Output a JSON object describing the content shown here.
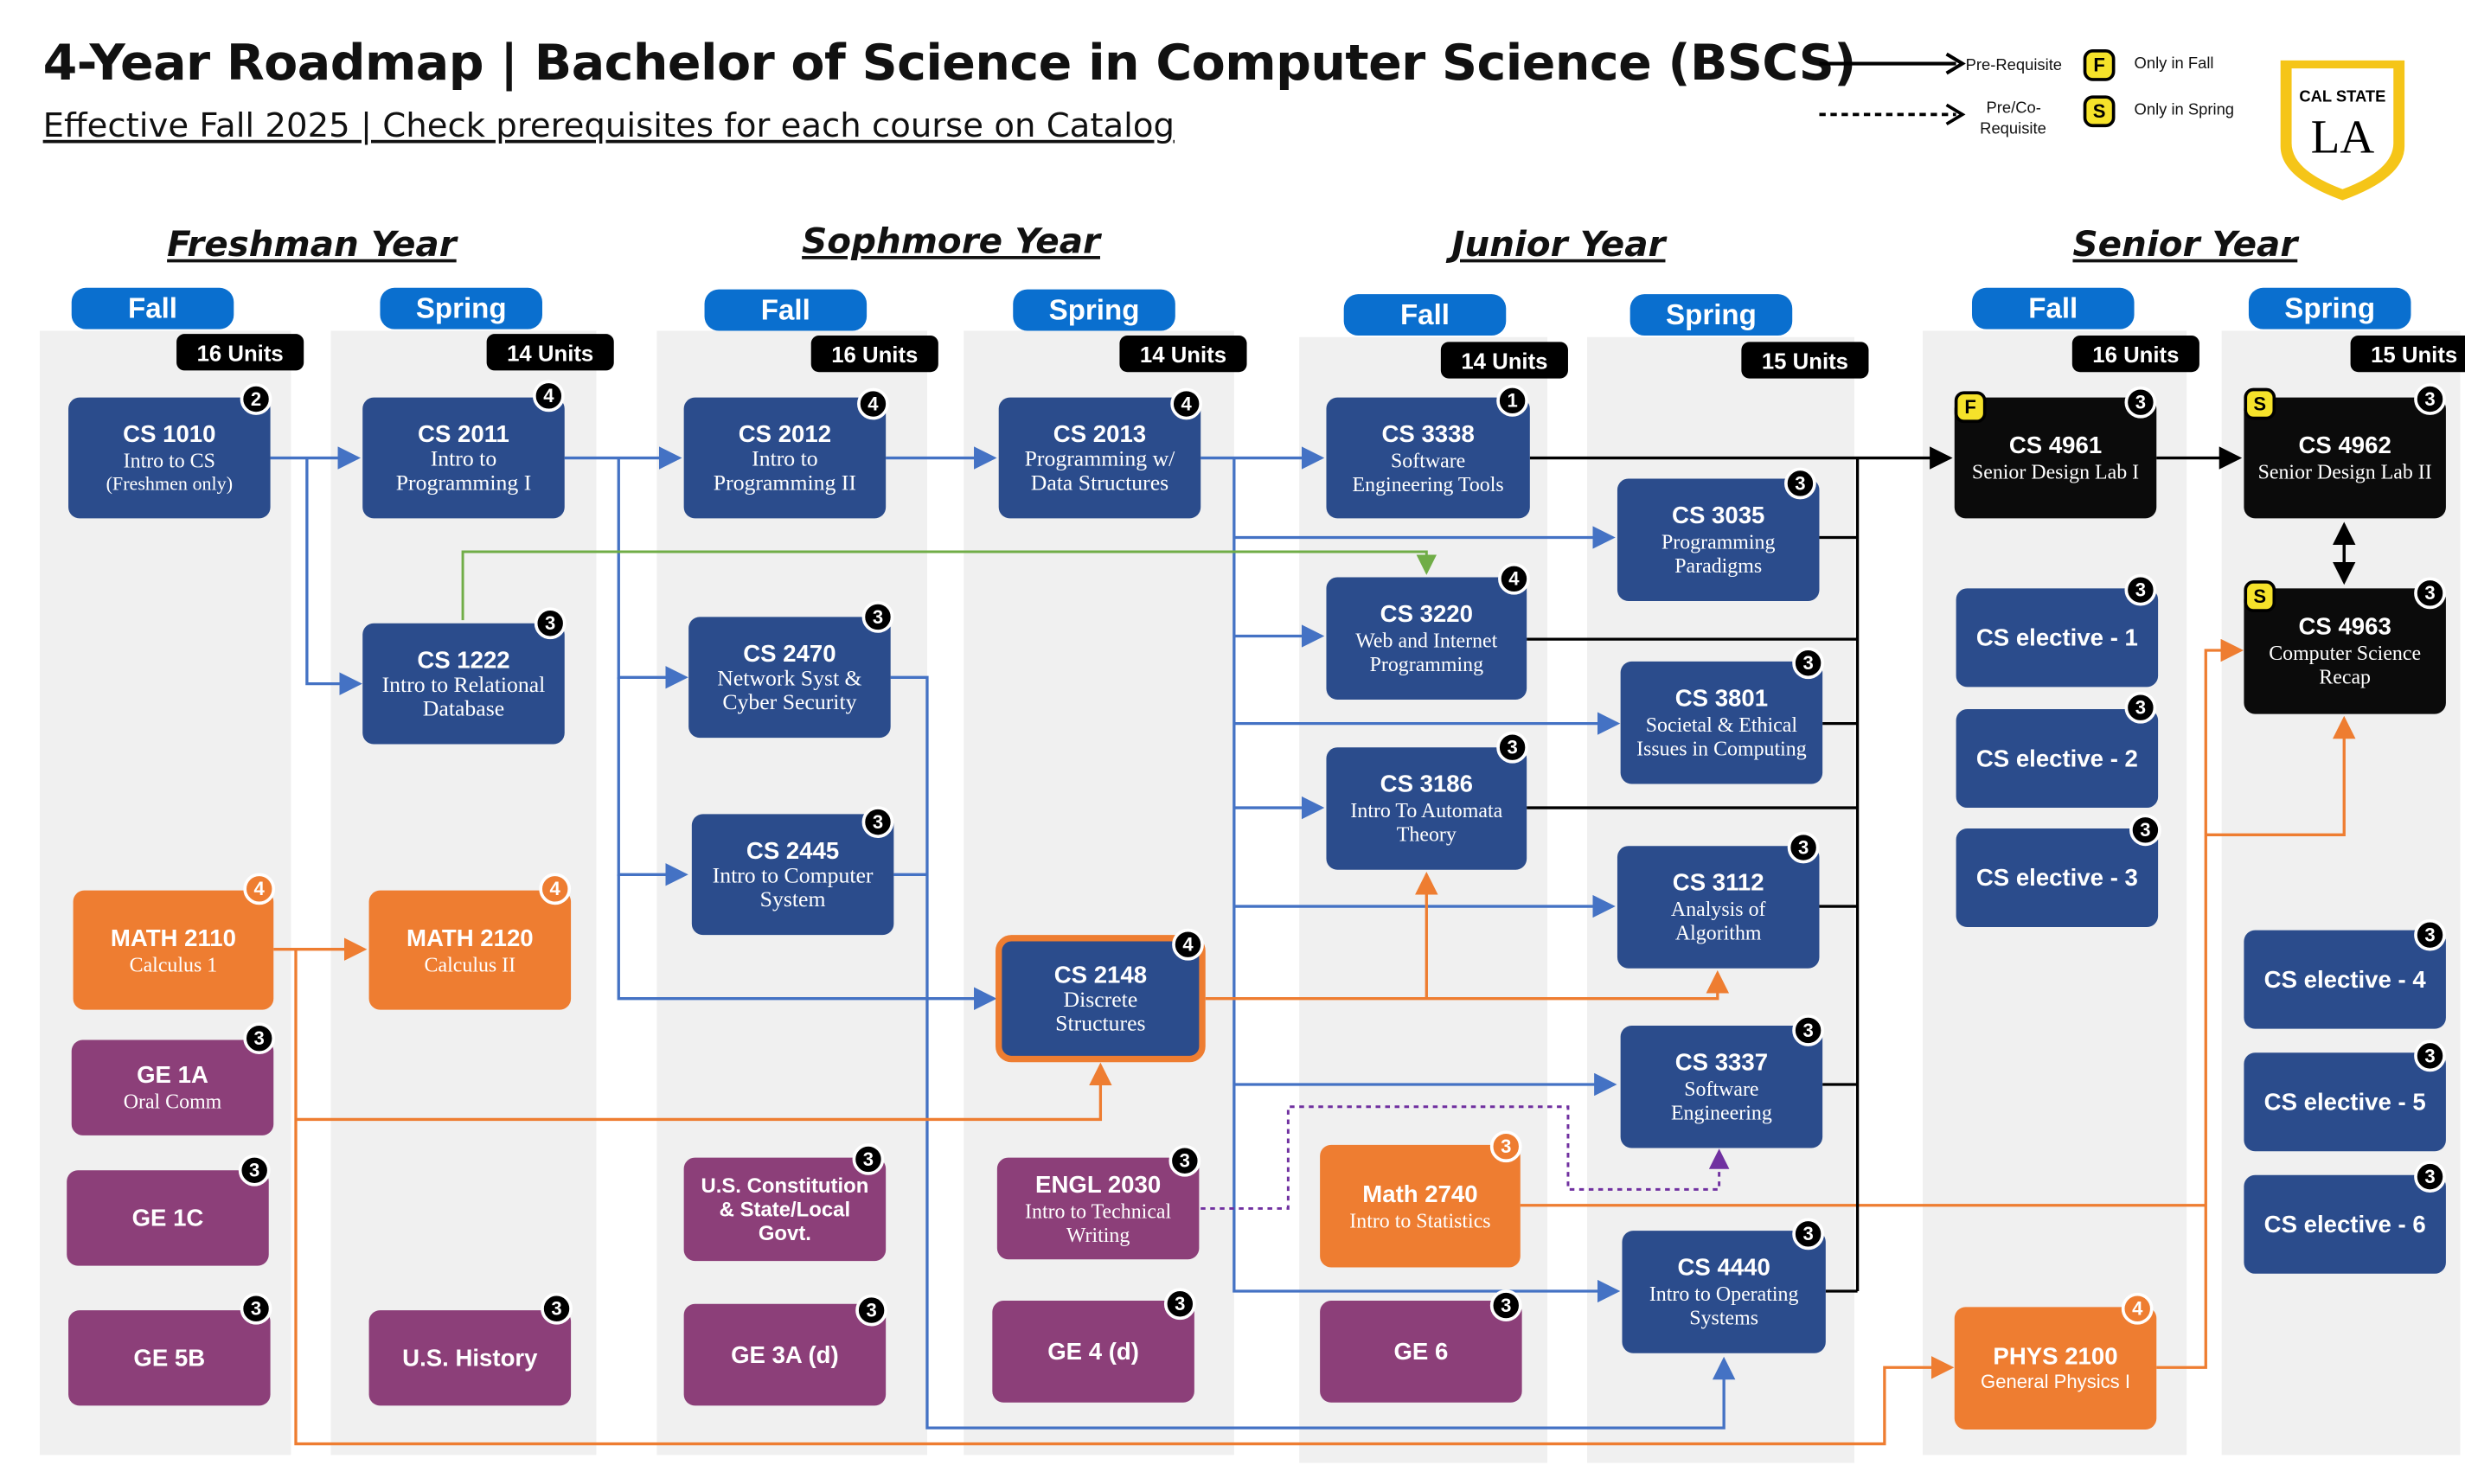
{
  "header": {
    "title": "4-Year Roadmap | Bachelor of Science in Computer Science (BSCS)",
    "subtitle": "Effective Fall 2025 | Check prerequisites for each course on Catalog"
  },
  "legend": {
    "prereq": "Pre-Requisite",
    "coreq_line1": "Pre/Co-",
    "coreq_line2": "Requisite",
    "fall_badge": "F",
    "fall_text": "Only in Fall",
    "spring_badge": "S",
    "spring_text": "Only in Spring"
  },
  "logo": {
    "line1": "CAL STATE",
    "line2": "LA"
  },
  "years": {
    "freshman": "Freshman Year",
    "sophomore": "Sophmore Year",
    "junior": "Junior Year",
    "senior": "Senior Year"
  },
  "semesters": {
    "fr_fall": {
      "label": "Fall",
      "units": "16 Units"
    },
    "fr_spring": {
      "label": "Spring",
      "units": "14 Units"
    },
    "so_fall": {
      "label": "Fall",
      "units": "16 Units"
    },
    "so_spring": {
      "label": "Spring",
      "units": "14 Units"
    },
    "jr_fall": {
      "label": "Fall",
      "units": "14 Units"
    },
    "jr_spring": {
      "label": "Spring",
      "units": "15 Units"
    },
    "sr_fall": {
      "label": "Fall",
      "units": "16 Units"
    },
    "sr_spring": {
      "label": "Spring",
      "units": "15 Units"
    }
  },
  "courses": {
    "cs1010": {
      "code": "CS 1010",
      "l1": "Intro to CS",
      "l2": "(Freshmen only)",
      "units": "2"
    },
    "math2110": {
      "code": "MATH 2110",
      "l1": "Calculus 1",
      "units": "4"
    },
    "ge1a": {
      "code": "GE 1A",
      "l1": "Oral Comm",
      "units": "3"
    },
    "ge1c": {
      "code": "GE 1C",
      "units": "3"
    },
    "ge5b": {
      "code": "GE 5B",
      "units": "3"
    },
    "cs2011": {
      "code": "CS 2011",
      "l1": "Intro to",
      "l2": "Programming I",
      "units": "4"
    },
    "cs1222": {
      "code": "CS 1222",
      "l1": "Intro to Relational",
      "l2": "Database",
      "units": "3"
    },
    "math2120": {
      "code": "MATH 2120",
      "l1": "Calculus II",
      "units": "4"
    },
    "ushistory": {
      "code": "U.S. History",
      "units": "3"
    },
    "cs2012": {
      "code": "CS 2012",
      "l1": "Intro to",
      "l2": "Programming II",
      "units": "4"
    },
    "cs2470": {
      "code": "CS 2470",
      "l1": "Network Syst &",
      "l2": "Cyber Security",
      "units": "3"
    },
    "cs2445": {
      "code": "CS 2445",
      "l1": "Intro to Computer",
      "l2": "System",
      "units": "3"
    },
    "usconst": {
      "code": "U.S. Constitution & State/Local Govt.",
      "units": "3"
    },
    "ge3a": {
      "code": "GE 3A (d)",
      "units": "3"
    },
    "cs2013": {
      "code": "CS 2013",
      "l1": "Programming w/",
      "l2": "Data Structures",
      "units": "4"
    },
    "cs2148": {
      "code": "CS 2148",
      "l1": "Discrete",
      "l2": "Structures",
      "units": "4"
    },
    "engl2030": {
      "code": "ENGL 2030",
      "l1": "Intro to Technical",
      "l2": "Writing",
      "units": "3"
    },
    "ge4": {
      "code": "GE 4 (d)",
      "units": "3"
    },
    "cs3338": {
      "code": "CS 3338",
      "l1": "Software",
      "l2": "Engineering Tools",
      "units": "1"
    },
    "cs3220": {
      "code": "CS 3220",
      "l1": "Web and Internet",
      "l2": "Programming",
      "units": "4"
    },
    "cs3186": {
      "code": "CS 3186",
      "l1": "Intro To Automata",
      "l2": "Theory",
      "units": "3"
    },
    "math2740": {
      "code": "Math 2740",
      "l1": "Intro to Statistics",
      "units": "3"
    },
    "ge6": {
      "code": "GE 6",
      "units": "3"
    },
    "cs3035": {
      "code": "CS 3035",
      "l1": "Programming",
      "l2": "Paradigms",
      "units": "3"
    },
    "cs3801": {
      "code": "CS 3801",
      "l1": "Societal & Ethical",
      "l2": "Issues in Computing",
      "units": "3"
    },
    "cs3112": {
      "code": "CS 3112",
      "l1": "Analysis of",
      "l2": "Algorithm",
      "units": "3"
    },
    "cs3337": {
      "code": "CS 3337",
      "l1": "Software",
      "l2": "Engineering",
      "units": "3"
    },
    "cs4440": {
      "code": "CS 4440",
      "l1": "Intro to Operating",
      "l2": "Systems",
      "units": "3"
    },
    "cs4961": {
      "code": "CS 4961",
      "l1": "Senior Design Lab I",
      "units": "3",
      "season": "F"
    },
    "elec1": {
      "code": "CS elective - 1",
      "units": "3"
    },
    "elec2": {
      "code": "CS elective - 2",
      "units": "3"
    },
    "elec3": {
      "code": "CS elective - 3",
      "units": "3"
    },
    "phys2100": {
      "code": "PHYS 2100",
      "l1": "General Physics I",
      "units": "4"
    },
    "cs4962": {
      "code": "CS 4962",
      "l1": "Senior Design Lab II",
      "units": "3",
      "season": "S"
    },
    "cs4963": {
      "code": "CS 4963",
      "l1": "Computer Science",
      "l2": "Recap",
      "units": "3",
      "season": "S"
    },
    "elec4": {
      "code": "CS elective - 4",
      "units": "3"
    },
    "elec5": {
      "code": "CS elective - 5",
      "units": "3"
    },
    "elec6": {
      "code": "CS elective - 6",
      "units": "3"
    }
  },
  "colors": {
    "core": "#2b4c8c",
    "math": "#ee7d31",
    "ge": "#8c3f79",
    "senior_design": "#0b0b0b",
    "semester": "#0a6fcf",
    "coreq_line": "#7030a0",
    "db_line": "#70ad47"
  }
}
